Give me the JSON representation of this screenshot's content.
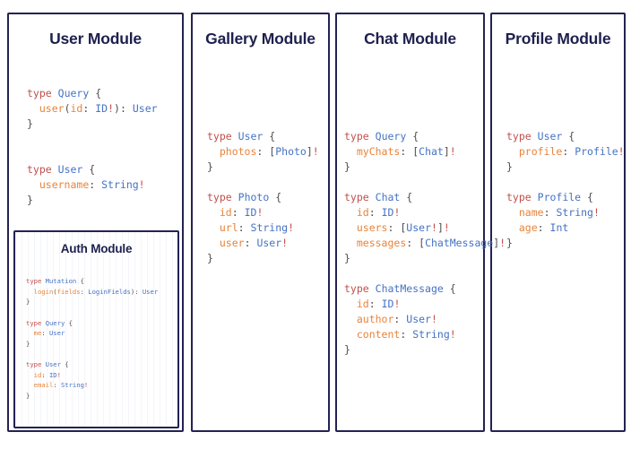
{
  "theme": {
    "page_background": "#ffffff",
    "panel_border": "#232253",
    "title_color": "#1f1f4e",
    "keyword_color": "#c0504d",
    "type_color": "#4472c4",
    "field_color": "#e8833a",
    "punctuation_color": "#4d4d4d",
    "bang_color": "#c0504d"
  },
  "modules": {
    "user": {
      "title": "User Module",
      "code_lines": [
        "type Query {",
        "  user(id: ID!): User",
        "}",
        "",
        "",
        "type User {",
        "  username: String!",
        "}"
      ],
      "code_text": "type Query {\n  user(id: ID!): User\n}\n\n\ntype User {\n  username: String!\n}"
    },
    "auth": {
      "title": "Auth Module",
      "code_lines": [
        "type Mutation {",
        "  login(fields: LoginFields): User",
        "}",
        "",
        "type Query {",
        "  me: User",
        "}",
        "",
        "type User {",
        "  id: ID!",
        "  email: String!",
        "}"
      ],
      "code_text": "type Mutation {\n  login(fields: LoginFields): User\n}\n\ntype Query {\n  me: User\n}\n\ntype User {\n  id: ID!\n  email: String!\n}"
    },
    "gallery": {
      "title": "Gallery Module",
      "code_lines": [
        "type User {",
        "  photos: [Photo]!",
        "}",
        "",
        "type Photo {",
        "  id: ID!",
        "  url: String!",
        "  user: User!",
        "}"
      ],
      "code_text": "type User {\n  photos: [Photo]!\n}\n\ntype Photo {\n  id: ID!\n  url: String!\n  user: User!\n}"
    },
    "chat": {
      "title": "Chat Module",
      "code_lines": [
        "type Query {",
        "  myChats: [Chat]!",
        "}",
        "",
        "type Chat {",
        "  id: ID!",
        "  users: [User!]!",
        "  messages: [ChatMessage]!",
        "}",
        "",
        "type ChatMessage {",
        "  id: ID!",
        "  author: User!",
        "  content: String!",
        "}"
      ],
      "code_text": "type Query {\n  myChats: [Chat]!\n}\n\ntype Chat {\n  id: ID!\n  users: [User!]!\n  messages: [ChatMessage]!\n}\n\ntype ChatMessage {\n  id: ID!\n  author: User!\n  content: String!\n}"
    },
    "profile": {
      "title": "Profile Module",
      "code_lines": [
        "type User {",
        "  profile: Profile!",
        "}",
        "",
        "type Profile {",
        "  name: String!",
        "  age: Int",
        "}"
      ],
      "code_text": "type User {\n  profile: Profile!\n}\n\ntype Profile {\n  name: String!\n  age: Int\n}"
    }
  }
}
